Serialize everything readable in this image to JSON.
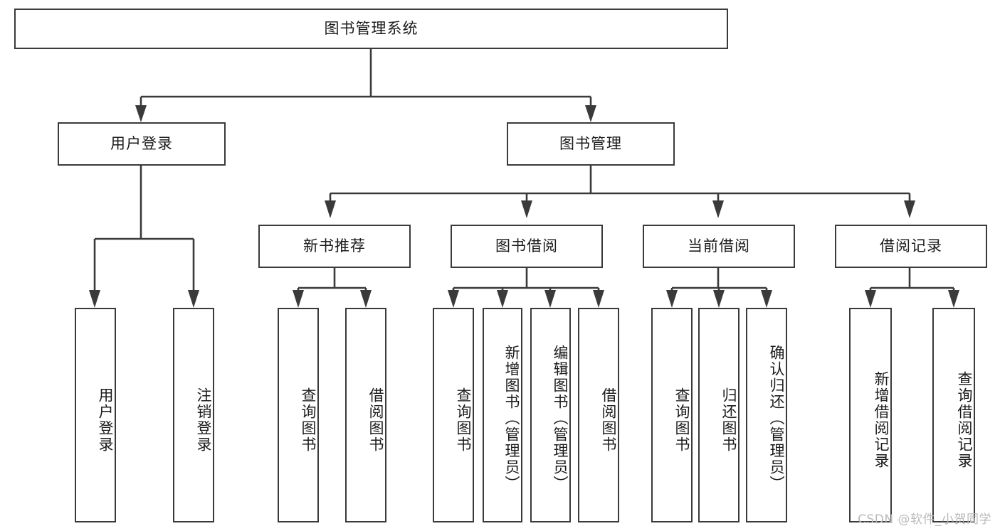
{
  "diagram": {
    "title": "图书管理系统",
    "type": "tree-hierarchy-chart",
    "watermark": "CSDN @软件_小贺同学",
    "colors": {
      "border": "#3a3a3a",
      "background": "#ffffff",
      "text": "#1b1b1b",
      "watermark": "#b9b9b9"
    },
    "levels": {
      "root": {
        "label": "图书管理系统"
      },
      "level2": [
        {
          "label": "用户登录"
        },
        {
          "label": "图书管理"
        }
      ],
      "level3": [
        {
          "label": "新书推荐"
        },
        {
          "label": "图书借阅"
        },
        {
          "label": "当前借阅"
        },
        {
          "label": "借阅记录"
        }
      ],
      "leaves": {
        "user_login": [
          {
            "label": "用户登录"
          },
          {
            "label": "注销登录"
          }
        ],
        "new_book_recommend": [
          {
            "label": "查询图书"
          },
          {
            "label": "借阅图书"
          }
        ],
        "book_borrow": [
          {
            "label": "查询图书"
          },
          {
            "label": "新增图书（管理员）"
          },
          {
            "label": "编辑图书（管理员）"
          },
          {
            "label": "借阅图书"
          }
        ],
        "current_borrow": [
          {
            "label": "查询图书"
          },
          {
            "label": "归还图书"
          },
          {
            "label": "确认归还（管理员）"
          }
        ],
        "borrow_record": [
          {
            "label": "新增借阅记录"
          },
          {
            "label": "查询借阅记录"
          }
        ]
      }
    }
  }
}
